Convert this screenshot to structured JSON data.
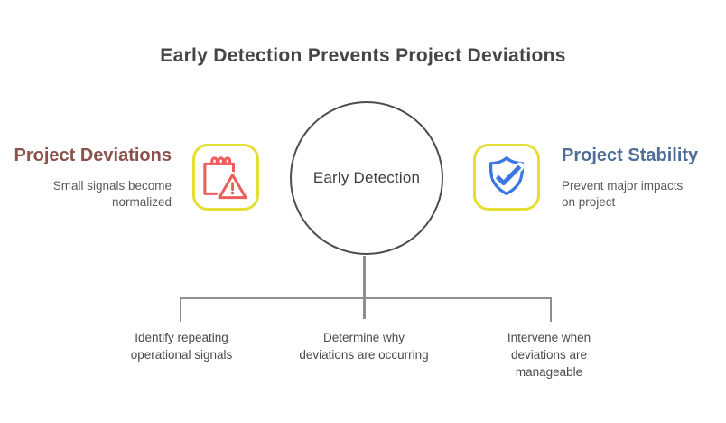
{
  "title": "Early Detection Prevents Project Deviations",
  "center": {
    "label": "Early Detection"
  },
  "left": {
    "heading": "Project Deviations",
    "subtitle_lines": [
      "Small signals become",
      "normalized"
    ],
    "icon": "calendar-warning-icon"
  },
  "right": {
    "heading": "Project Stability",
    "subtitle_lines": [
      "Prevent major impacts",
      "on project"
    ],
    "icon": "shield-check-icon"
  },
  "branches": [
    {
      "lines": [
        "Identify repeating",
        "operational signals"
      ]
    },
    {
      "lines": [
        "Determine why",
        "deviations are occurring"
      ]
    },
    {
      "lines": [
        "Intervene when",
        "deviations are",
        "manageable"
      ]
    }
  ],
  "colors": {
    "background": "#ffffff",
    "title_text": "#454545",
    "left_heading": "#8a524b",
    "right_heading": "#4f6d99",
    "subtitle_text": "#595959",
    "branch_text": "#4a4a4a",
    "circle_border": "#4d4d4d",
    "connector_gray": "#8f8f8f",
    "icon_frame_yellow": "#e5de35",
    "warning_red": "#ef5c5c",
    "shield_blue": "#3c76e1"
  }
}
